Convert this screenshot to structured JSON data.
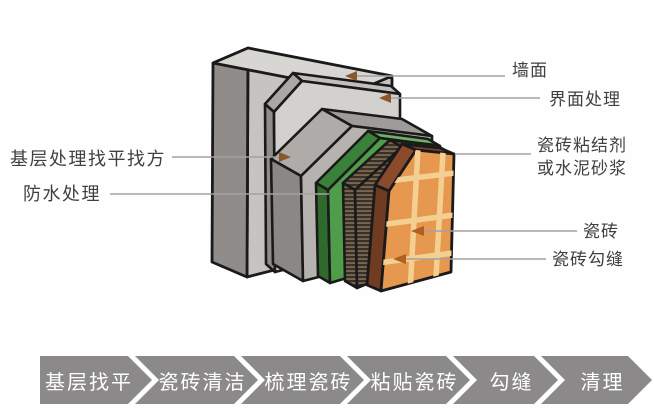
{
  "diagram": {
    "callouts": {
      "wall": "墙面",
      "interface": "界面处理",
      "adhesive_line1": "瓷砖粘结剂",
      "adhesive_line2": "或水泥砂浆",
      "tile": "瓷砖",
      "grout": "瓷砖勾缝",
      "base_leveling": "基层处理找平找方",
      "waterproof": "防水处理"
    }
  },
  "flow": {
    "steps": [
      "基层找平",
      "瓷砖清洁",
      "梳理瓷砖",
      "粘贴瓷砖",
      "勾缝",
      "清理"
    ]
  },
  "colors": {
    "wall_gray": "#c6c4c1",
    "waterproof_green": "#4f9c4a",
    "adhesive_brown": "#58483a",
    "tile_orange": "#e6984e",
    "grout_cream": "#f4cf92",
    "chevron_gray": "#8b8989",
    "callout_text": "#404040",
    "outline_black": "#1a1a1a"
  }
}
